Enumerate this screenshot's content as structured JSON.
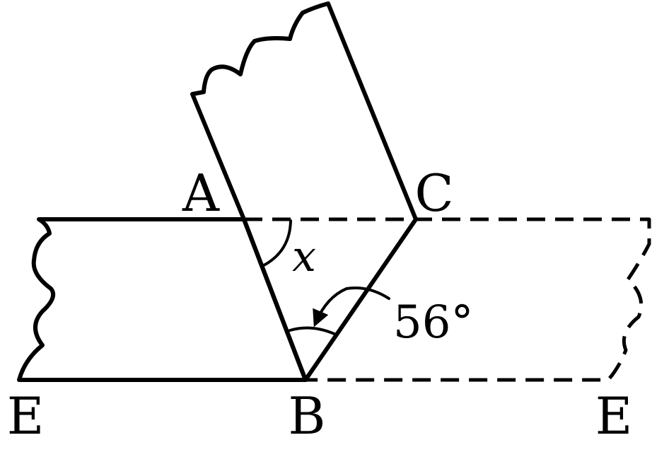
{
  "colors": {
    "strip_dark": "#bd9fcb",
    "strip_light": "#d8c6e2",
    "ink": "#000000",
    "background": "#ffffff"
  },
  "labels": {
    "point_a": "A",
    "point_c": "C",
    "point_e_left": "E",
    "point_b": "B",
    "point_e_right": "E",
    "angle_x": "x",
    "angle_given": "56°"
  },
  "angles": {
    "given_degrees": 56
  }
}
